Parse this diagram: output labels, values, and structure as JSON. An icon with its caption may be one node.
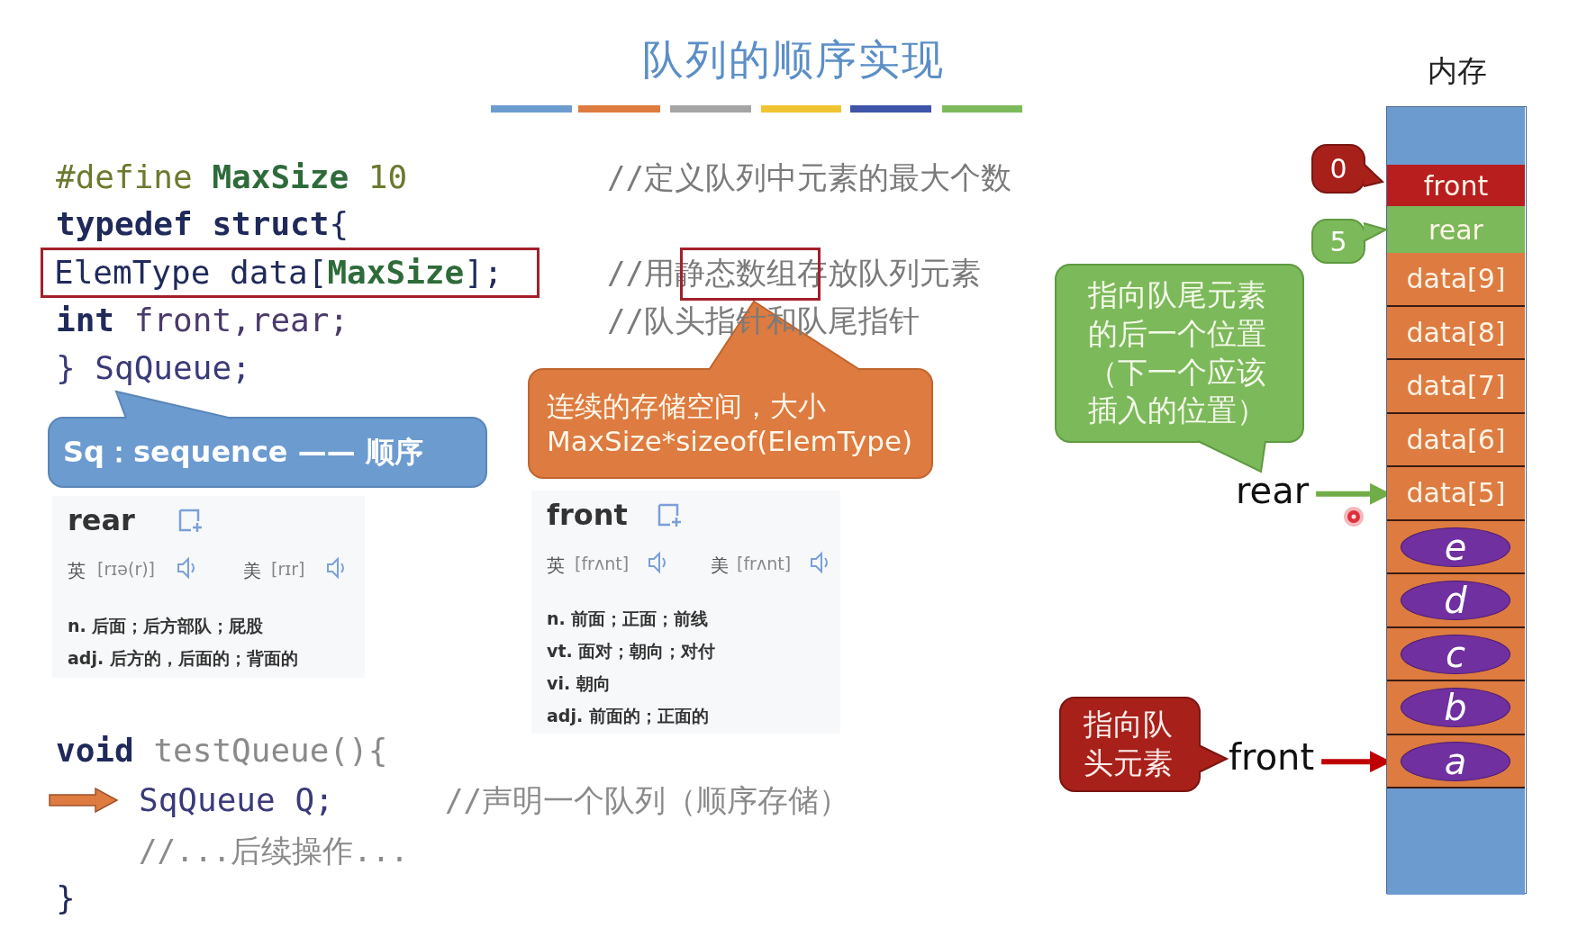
{
  "diagram": {
    "title": "队列的顺序实现",
    "nodes": [
      {
        "text": [
          "ElemType data[**MaxSize**];"
        ]
      },
      {
        "text": [
          "Sq：sequence —— 顺序"
        ]
      },
      {
        "text": [
          "连续的存储空间，大小MaxSize*sizeof(ElemType)"
        ]
      },
      {
        "text": [
          "rear",
          "英",
          "[rɪə(r)]",
          "美",
          "[rɪr]",
          "n. 后面；后方部队；屁股",
          "adj. 后方的，后面的；背面的"
        ]
      },
      {
        "text": [
          "front",
          "英",
          "[frʌnt]",
          "美",
          "[frʌnt]",
          "n. 前面；正面；前线",
          "vt. 面对；朝向；对付",
          "vi. 朝向",
          "adj. 前面的；正面的"
        ]
      },
      {
        "text": [
          "内存"
        ]
      },
      {
        "text": [],
        "shape": "box",
        "in": 5
      },
      {
        "text": [
          "front"
        ],
        "in": 5
      },
      {
        "text": [
          "rear"
        ],
        "in": 5
      },
      {
        "text": [
          "data[9]"
        ],
        "in": 5
      },
      {
        "text": [
          "data[8]"
        ],
        "in": 5
      },
      {
        "text": [
          "data[7]"
        ],
        "in": 5
      },
      {
        "text": [
          "data[6]"
        ],
        "in": 5
      },
      {
        "text": [
          "data[5]"
        ],
        "in": 5
      },
      {
        "text": [],
        "shape": "box",
        "in": 5
      },
      {
        "text": [
          "e"
        ],
        "in": 14
      },
      {
        "text": [],
        "shape": "box",
        "in": 5
      },
      {
        "text": [
          "d"
        ],
        "in": 16
      },
      {
        "text": [],
        "shape": "box",
        "in": 5
      },
      {
        "text": [
          "c"
        ],
        "in": 18
      },
      {
        "text": [],
        "shape": "box",
        "in": 5
      },
      {
        "text": [
          "b"
        ],
        "in": 20
      },
      {
        "text": [],
        "shape": "box",
        "in": 5
      },
      {
        "text": [
          "a"
        ],
        "in": 22
      },
      {
        "text": [],
        "shape": "box",
        "in": 5
      },
      {
        "text": [
          "0"
        ]
      },
      {
        "text": [
          "5"
        ]
      },
      {
        "text": [
          "指向队尾元素的后一个位置（下一个应该插入的位置）"
        ]
      },
      {
        "text": [
          "rear"
        ]
      },
      {
        "text": [
          "指向队头元素"
        ]
      },
      {
        "text": [
          "front"
        ]
      }
    ],
    "edges": [
      {
        "from": 28,
        "to": 13,
        "arrow": "to",
        "color": "#70ad47"
      },
      {
        "from": 30,
        "to": 22,
        "arrow": "to",
        "color": "#c00000"
      }
    ],
    "labels": [
      "#define **MaxSize** 10",
      "//定义队列中元素的最大个数",
      "**typedef struct**{",
      "//用静态数组存放队列元素",
      "**int** front,rear;",
      "//队头指针和队尾指针",
      "} SqQueue;",
      "**void** testQueue(){",
      "SqQueue Q;",
      "//声明一个队列（顺序存储）",
      "//...后续操作...",
      "}"
    ]
  }
}
